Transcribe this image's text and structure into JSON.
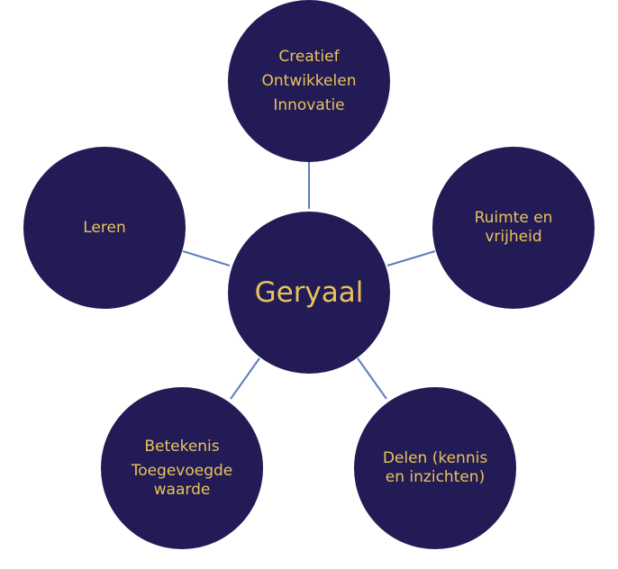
{
  "colors": {
    "node_fill": "#221b55",
    "node_text": "#e8c35a",
    "connector": "#5b7fb8",
    "background": "#ffffff"
  },
  "center": {
    "label": "Geryaal"
  },
  "nodes": [
    {
      "id": "top",
      "lines": [
        "Creatief",
        "Ontwikkelen",
        "Innovatie"
      ]
    },
    {
      "id": "right",
      "lines": [
        "Ruimte en",
        "vrijheid"
      ]
    },
    {
      "id": "bottom-right",
      "lines": [
        "Delen (kennis",
        "en inzichten)"
      ]
    },
    {
      "id": "bottom-left",
      "lines": [
        "Betekenis",
        "Toegevoegde",
        "waarde"
      ]
    },
    {
      "id": "left",
      "lines": [
        "Leren"
      ]
    }
  ]
}
